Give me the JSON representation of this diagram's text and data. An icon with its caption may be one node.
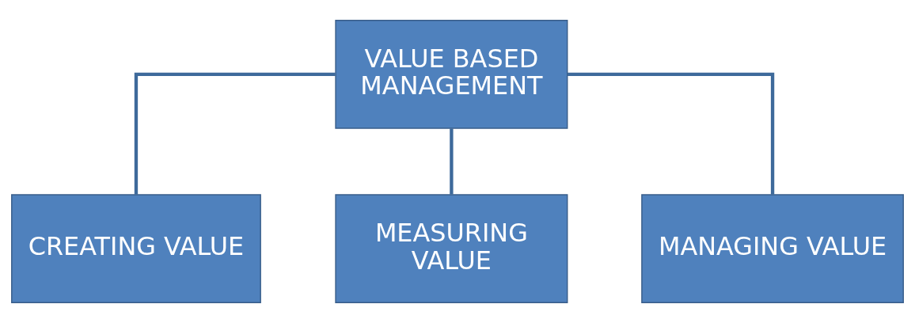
{
  "diagram": {
    "nodes": [
      {
        "text": [
          "VALUE BASED MANAGEMENT"
        ]
      },
      {
        "text": [
          "CREATING VALUE"
        ]
      },
      {
        "text": [
          "MEASURING VALUE"
        ]
      },
      {
        "text": [
          "MANAGING VALUE"
        ]
      }
    ],
    "edges": [
      {
        "from": 0,
        "to": 1,
        "arrow": "none"
      },
      {
        "from": 0,
        "to": 2,
        "arrow": "none"
      },
      {
        "from": 0,
        "to": 3,
        "arrow": "none"
      }
    ]
  }
}
